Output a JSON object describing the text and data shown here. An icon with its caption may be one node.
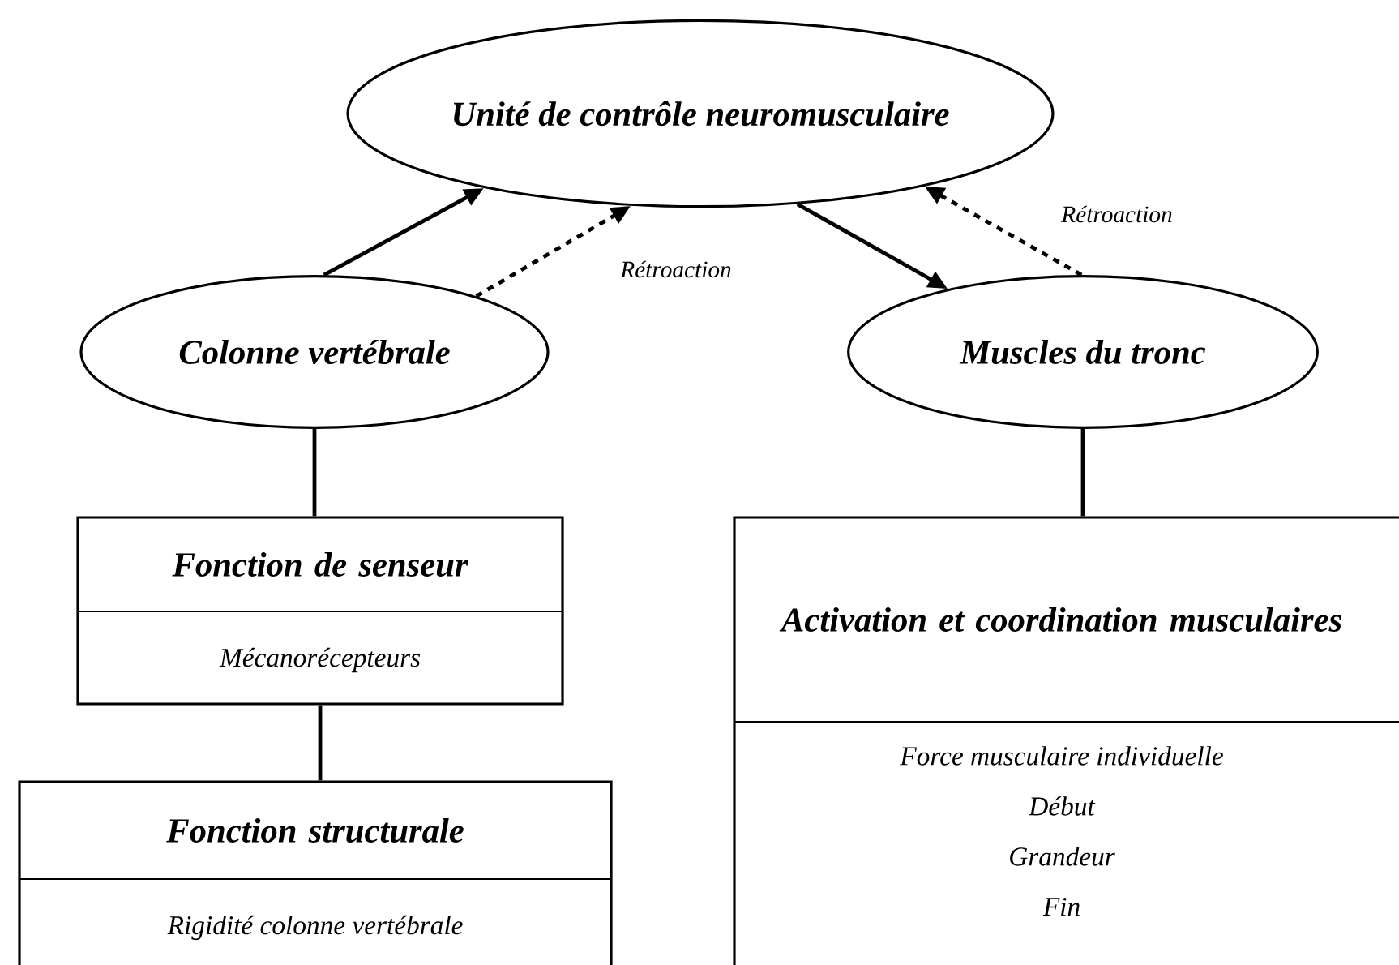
{
  "diagram": {
    "nodes": [
      {
        "text": [
          "Unité de contrôle neuromusculaire"
        ]
      },
      {
        "text": [
          "Colonne vertébrale"
        ]
      },
      {
        "text": [
          "Muscles du tronc"
        ]
      },
      {
        "text": [
          "Fonction de senseur",
          "Mécanorécepteurs"
        ]
      },
      {
        "text": [
          "Fonction structurale",
          "Rigidité colonne vertébrale"
        ]
      },
      {
        "text": [
          "Activation et coordination musculaires",
          "Force musculaire individuelle",
          "Début",
          "Grandeur",
          "Fin"
        ]
      }
    ],
    "edges": [
      {
        "from": 1,
        "to": 0,
        "arrow": "to"
      },
      {
        "from": 1,
        "to": 0,
        "arrow": "to",
        "style": "dashed",
        "label": "Rétroaction"
      },
      {
        "from": 0,
        "to": 2,
        "arrow": "to"
      },
      {
        "from": 2,
        "to": 0,
        "arrow": "to",
        "style": "dashed",
        "label": "Rétroaction"
      },
      {
        "from": 1,
        "to": 3,
        "arrow": "none"
      },
      {
        "from": 3,
        "to": 4,
        "arrow": "none"
      },
      {
        "from": 2,
        "to": 5,
        "arrow": "none"
      }
    ]
  }
}
